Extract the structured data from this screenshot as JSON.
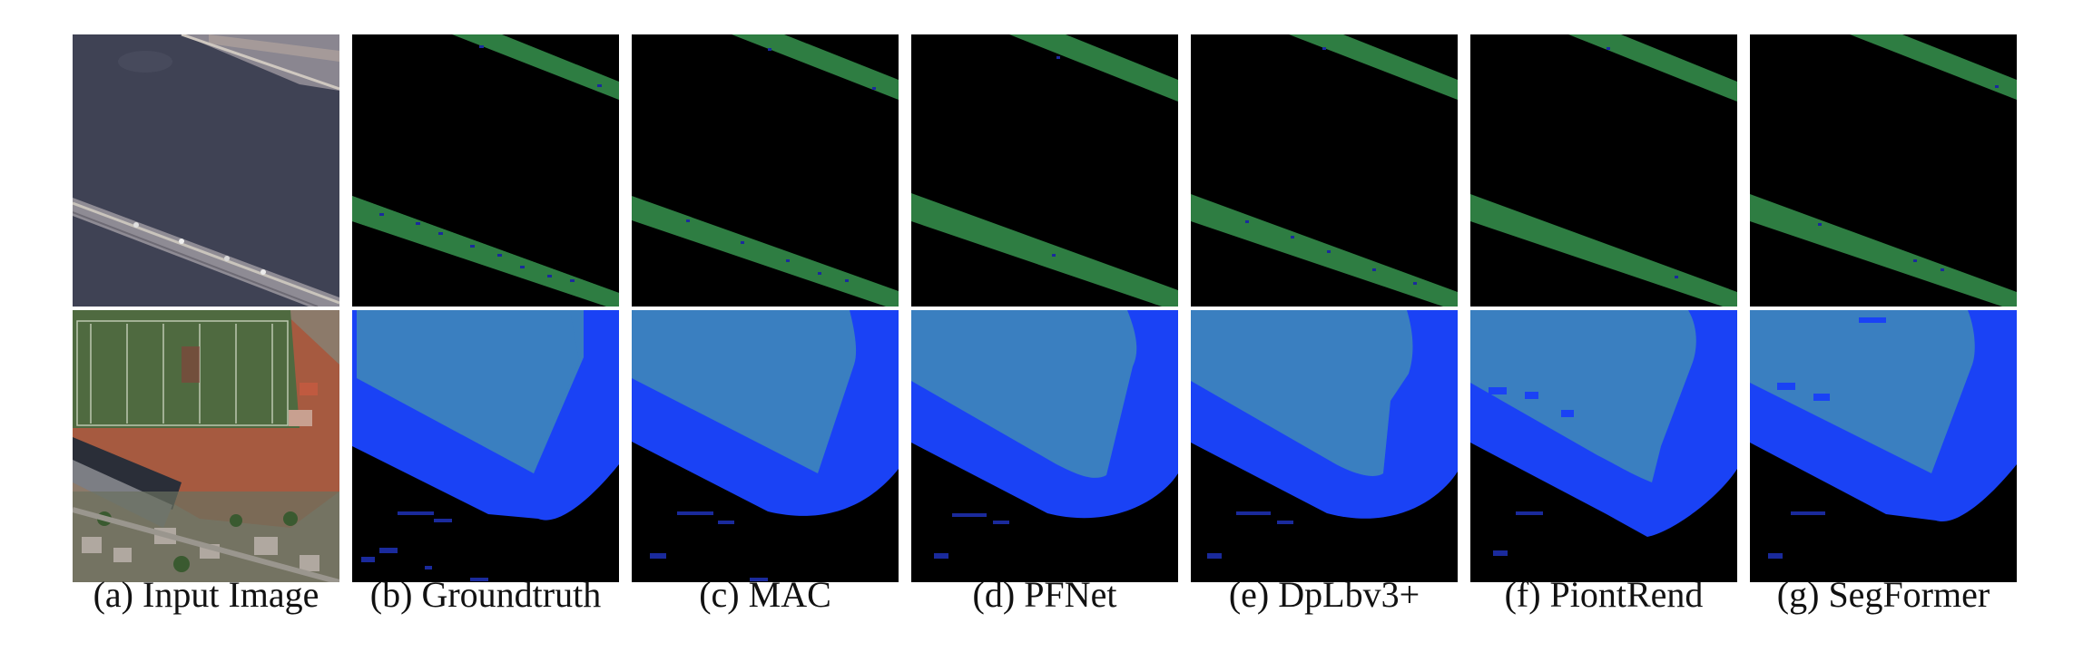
{
  "figure": {
    "columns": [
      {
        "id": "a",
        "caption": "(a) Input Image",
        "kind": "input"
      },
      {
        "id": "b",
        "caption": "(b) Groundtruth",
        "kind": "gt"
      },
      {
        "id": "c",
        "caption": "(c) MAC",
        "kind": "mac"
      },
      {
        "id": "d",
        "caption": "(d) PFNet",
        "kind": "pfnet"
      },
      {
        "id": "e",
        "caption": "(e) DpLbv3+",
        "kind": "dplb"
      },
      {
        "id": "f",
        "caption": "(f) PiontRend",
        "kind": "pointrend"
      },
      {
        "id": "g",
        "caption": "(g) SegFormer",
        "kind": "segformer"
      }
    ],
    "rows": [
      {
        "id": "bridge-scene",
        "content": "aerial bridge over water with segmentation of road bands"
      },
      {
        "id": "stadium-scene",
        "content": "aerial sports field with running track and segmentation masks"
      }
    ],
    "colors": {
      "background": "#000000",
      "road_class": "#2e7d42",
      "vehicle_class": "#1a2a9c",
      "field_class": "#3a7fc0",
      "track_class": "#1a42f5",
      "water": "#3d4052",
      "grass": "#4f6a40",
      "running_track": "#a65a40"
    }
  }
}
